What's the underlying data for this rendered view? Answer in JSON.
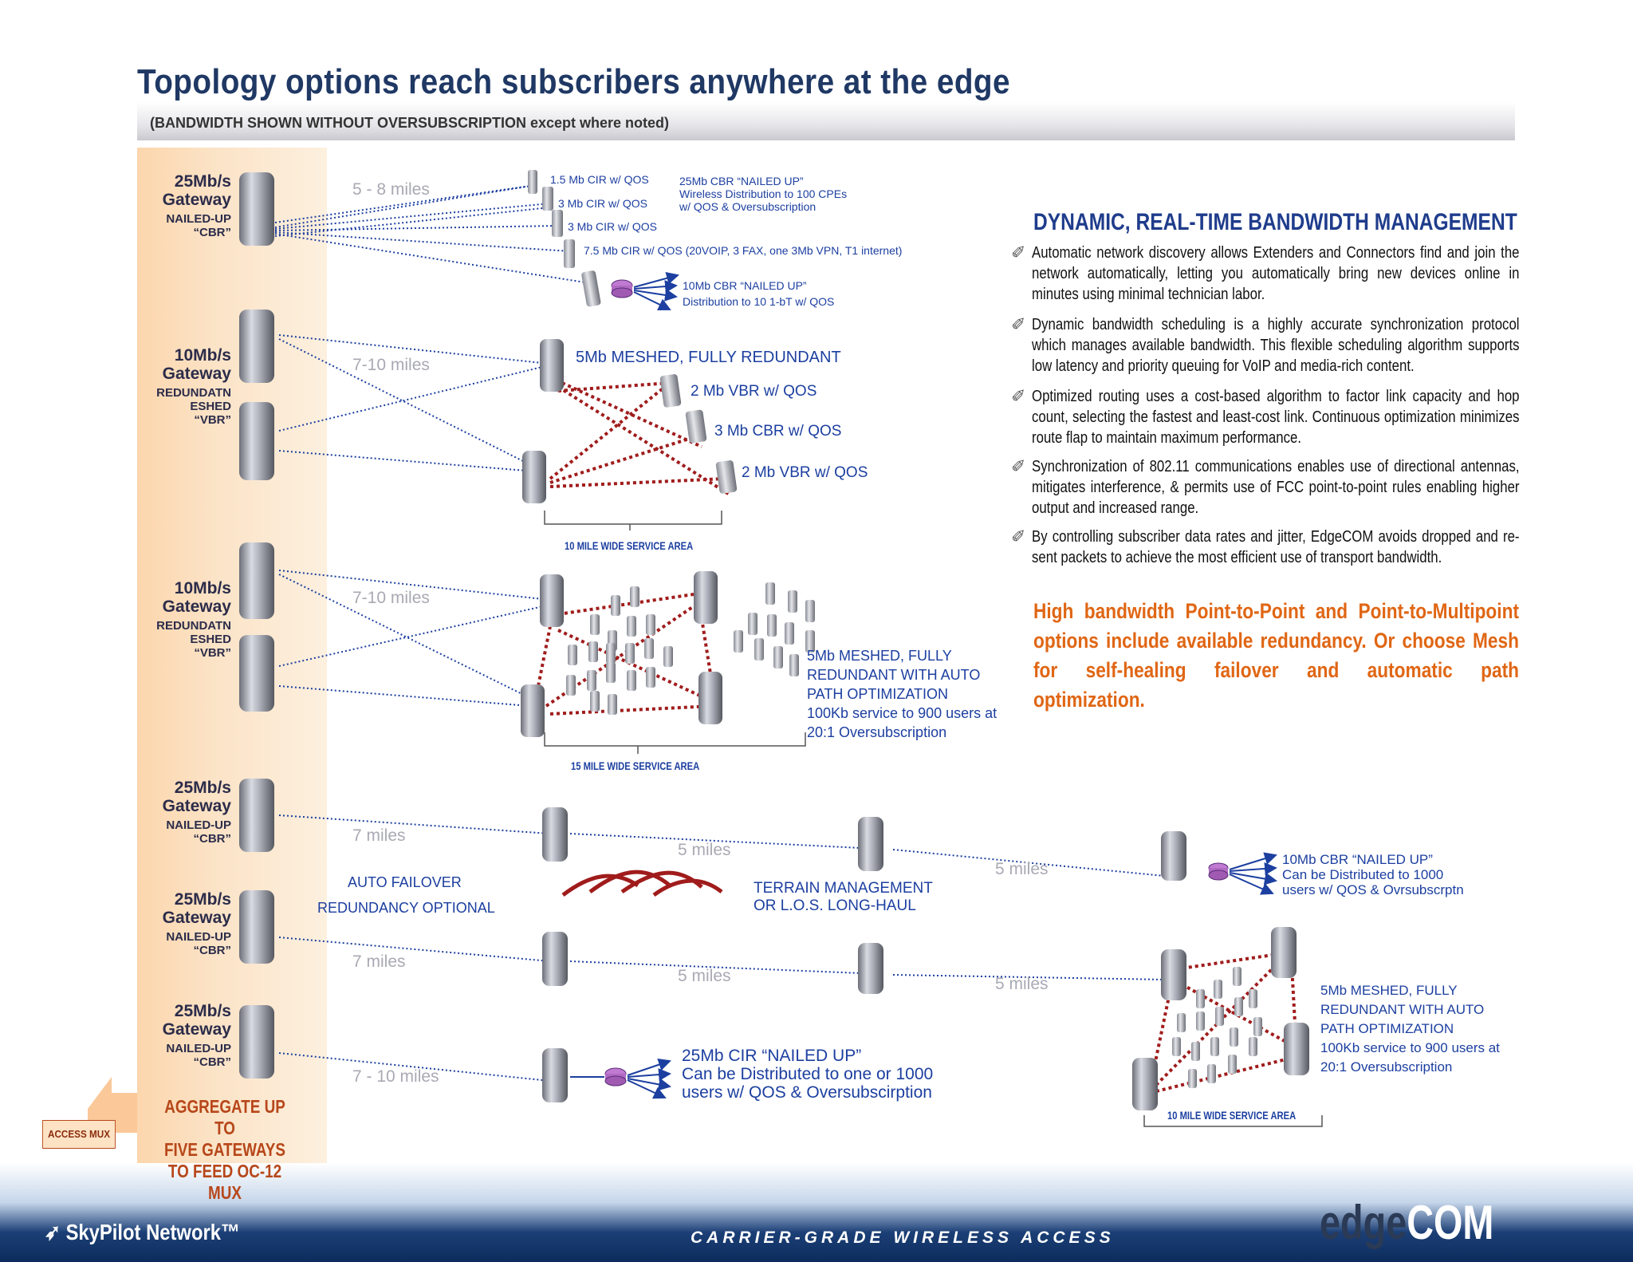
{
  "title": "Topology options reach subscribers anywhere at the edge",
  "subtitle": "(BANDWIDTH SHOWN WITHOUT OVERSUBSCRIPTION except where noted)",
  "gateways": [
    {
      "rate": "25Mb/s",
      "type": "Gateway",
      "mode": "NAILED-UP",
      "cls": "“CBR”"
    },
    {
      "rate": "10Mb/s",
      "type": "Gateway",
      "mode1": "REDUNDATN",
      "mode2": "ESHED",
      "cls": "“VBR”"
    },
    {
      "rate": "10Mb/s",
      "type": "Gateway",
      "mode1": "REDUNDATN",
      "mode2": "ESHED",
      "cls": "“VBR”"
    },
    {
      "rate": "25Mb/s",
      "type": "Gateway",
      "mode": "NAILED-UP",
      "cls": "“CBR”"
    },
    {
      "rate": "25Mb/s",
      "type": "Gateway",
      "mode": "NAILED-UP",
      "cls": "“CBR”"
    },
    {
      "rate": "25Mb/s",
      "type": "Gateway",
      "mode": "NAILED-UP",
      "cls": "“CBR”"
    }
  ],
  "distances": {
    "d1": "5 - 8 miles",
    "d2": "7-10 miles",
    "d3": "7-10 miles",
    "d4a": "7 miles",
    "d4b": "5 miles",
    "d4c": "5 miles",
    "d5a": "7 miles",
    "d5b": "5 miles",
    "d5c": "5 miles",
    "d6": "7 - 10  miles"
  },
  "row1": {
    "cir1": "1.5 Mb CIR  w/ QOS",
    "cir2": "3 Mb CIR  w/ QOS",
    "cir3": "3 Mb CIR  w/ QOS",
    "cir4": "7.5 Mb CIR  w/ QOS  (20VOIP, 3 FAX, one 3Mb VPN, T1 internet)",
    "cbr_a": "25Mb CBR  “NAILED UP”",
    "cbr_b": "Wireless Distribution to 100 CPEs",
    "cbr_c": "w/ QOS & Oversubscription",
    "dist_a": "10Mb CBR  “NAILED UP”",
    "dist_b": "Distribution to 10 1-bT w/ QOS"
  },
  "row2": {
    "meshed": "5Mb MESHED, FULLY REDUNDANT",
    "vbr1": "2 Mb VBR  w/ QOS",
    "cbr": "3 Mb CBR  w/ QOS",
    "vbr2": "2 Mb VBR  w/ QOS",
    "area": "10 MILE WIDE SERVICE AREA"
  },
  "row3": {
    "l1": "5Mb MESHED, FULLY",
    "l2": " REDUNDANT WITH AUTO",
    "l3": "PATH OPTIMIZATION",
    "l4": "100Kb service to 900 users at",
    "l5": "20:1 Oversubscription",
    "area": "15 MILE WIDE SERVICE AREA"
  },
  "row4": {
    "failover1": "AUTO   FAILOVER",
    "failover2": "REDUNDANCY  OPTIONAL",
    "terrain1": "TERRAIN  MANAGEMENT",
    "terrain2": "OR L.O.S. LONG-HAUL",
    "cbr1": "10Mb CBR  “NAILED UP”",
    "cbr2": "Can be Distributed to 1000",
    "cbr3": "users w/ QOS & Ovrsubscrptn"
  },
  "row5": {
    "l1": "5Mb MESHED, FULLY",
    "l2": " REDUNDANT WITH AUTO",
    "l3": "PATH OPTIMIZATION",
    "l4": "100Kb service to 900 users at",
    "l5": " 20:1 Oversubscription",
    "area": "10 MILE WIDE SERVICE AREA"
  },
  "row6": {
    "l1": "25Mb CIR  “NAILED UP”",
    "l2": "Can be Distributed to one or 1000",
    "l3": "users w/ QOS & Oversubscirption"
  },
  "dynamic": {
    "heading": "DYNAMIC, REAL-TIME BANDWIDTH MANAGEMENT",
    "bullets": [
      "Automatic network discovery allows Extenders and Connectors  find and join the network automatically, letting you automatically bring new devices online in minutes using minimal technician labor.",
      "Dynamic bandwidth scheduling is a highly accurate synchronization protocol which manages available bandwidth. This flexible scheduling algorithm supports low latency and priority queuing for VoIP and media-rich content.",
      "Optimized routing uses a cost-based algorithm to factor link capacity and hop count, selecting the fastest and least-cost link. Continuous optimization minimizes route flap to maintain maximum performance.",
      "Synchronization of 802.11 communications enables use of directional antennas, mitigates interference, & permits use of FCC point-to-point rules enabling higher output and increased range.",
      "By controlling subscriber data rates and jitter, EdgeCOM avoids dropped and re-sent packets to achieve the most efficient use of transport bandwidth."
    ],
    "highlight": "High bandwidth Point-to-Point and Point-to-Multipoint options include available redundancy.  Or choose Mesh for self-healing failover and automatic path optimization."
  },
  "aggregate": {
    "l1": "AGGREGATE UP TO",
    "l2": "FIVE GATEWAYS",
    "l3": "TO FEED OC-12 MUX",
    "mux": "ACCESS MUX"
  },
  "footer": {
    "brand": "SkyPilot Network™",
    "tagline": "CARRIER-GRADE WIRELESS ACCESS",
    "logo_a": "edge",
    "logo_b": "COM"
  },
  "colors": {
    "title": "#1f3864",
    "blue_text": "#1c3fa0",
    "mesh_link": "#a01c1c",
    "highlight": "#e06614",
    "aggregate": "#b7471a"
  }
}
